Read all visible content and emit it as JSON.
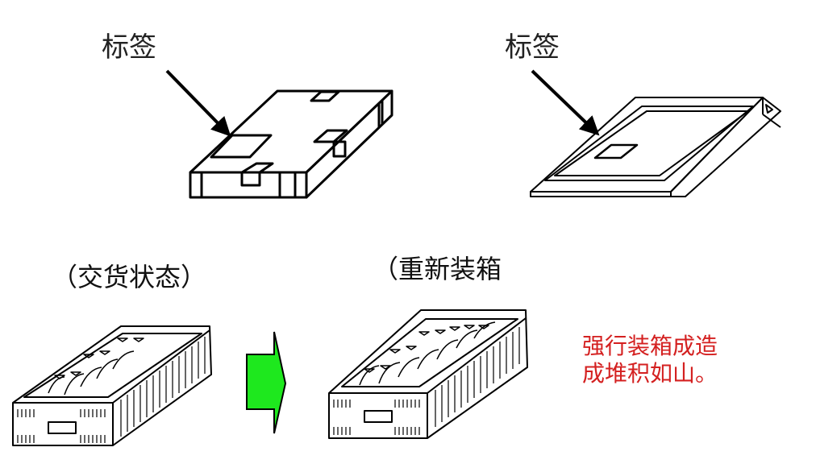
{
  "top_left": {
    "label": "标签"
  },
  "top_right": {
    "label": "标签"
  },
  "bottom_left": {
    "caption": "（交货状态）"
  },
  "bottom_right": {
    "caption": "（重新装箱"
  },
  "warning": {
    "line1": "强行装箱成造",
    "line2": "成堆积如山。"
  },
  "colors": {
    "arrow_green": "#1ee81e",
    "warning_red": "#d42020",
    "stroke": "#000000"
  }
}
